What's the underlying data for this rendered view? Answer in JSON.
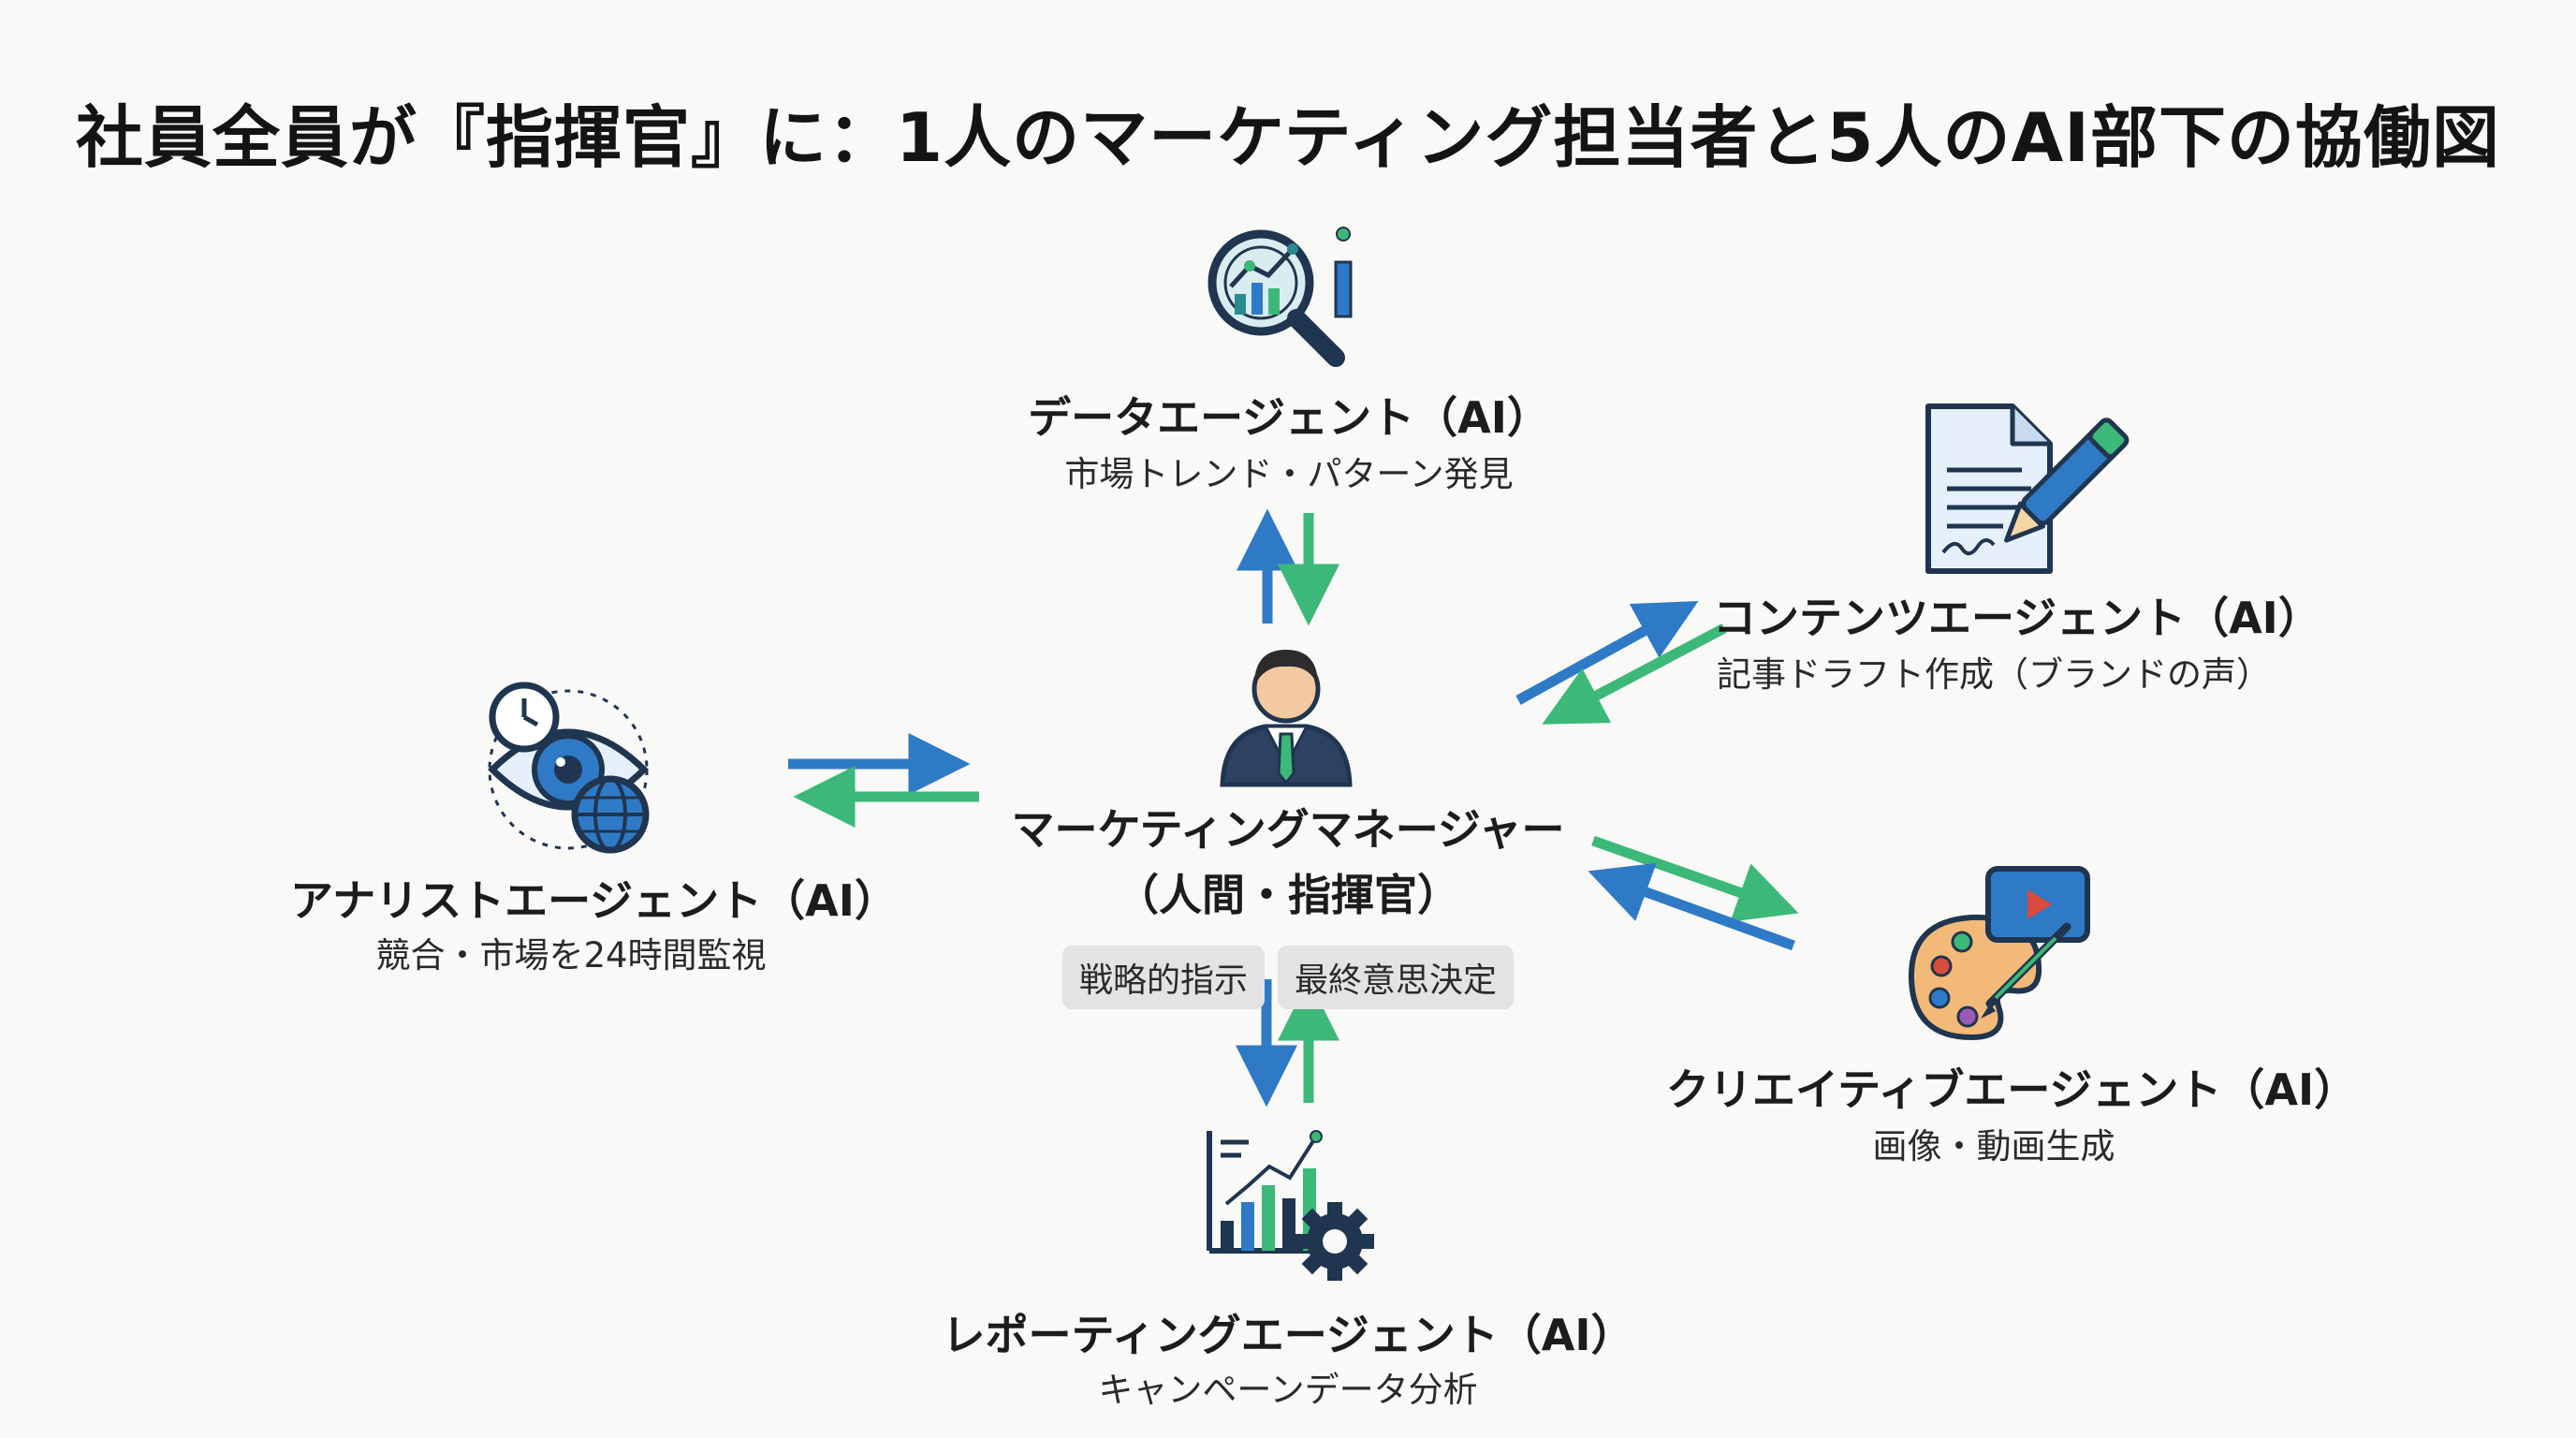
{
  "title": "社員全員が『指揮官』に：1人のマーケティング担当者と5人のAI部下の協働図",
  "colors": {
    "arrow_blue": "#2f7ac6",
    "arrow_green": "#3cb878",
    "icon_navy": "#1f3550",
    "icon_teal": "#2a8a8f"
  },
  "center": {
    "name_line1": "マーケティングマネージャー",
    "name_line2": "（人間・指揮官）",
    "badges": [
      "戦略的指示",
      "最終意思決定"
    ],
    "icon": "manager-person-icon"
  },
  "agents": {
    "data": {
      "name": "データエージェント（AI）",
      "desc": "市場トレンド・パターン発見",
      "icon": "magnifier-chart-icon"
    },
    "content": {
      "name": "コンテンツエージェント（AI）",
      "desc": "記事ドラフト作成（ブランドの声）",
      "icon": "document-pen-icon"
    },
    "creative": {
      "name": "クリエイティブエージェント（AI）",
      "desc": "画像・動画生成",
      "icon": "palette-video-icon"
    },
    "reporting": {
      "name": "レポーティングエージェント（AI）",
      "desc": "キャンペーンデータ分析",
      "icon": "report-gear-icon"
    },
    "analyst": {
      "name": "アナリストエージェント（AI）",
      "desc": "競合・市場を24時間監視",
      "icon": "eye-clock-globe-icon"
    }
  }
}
